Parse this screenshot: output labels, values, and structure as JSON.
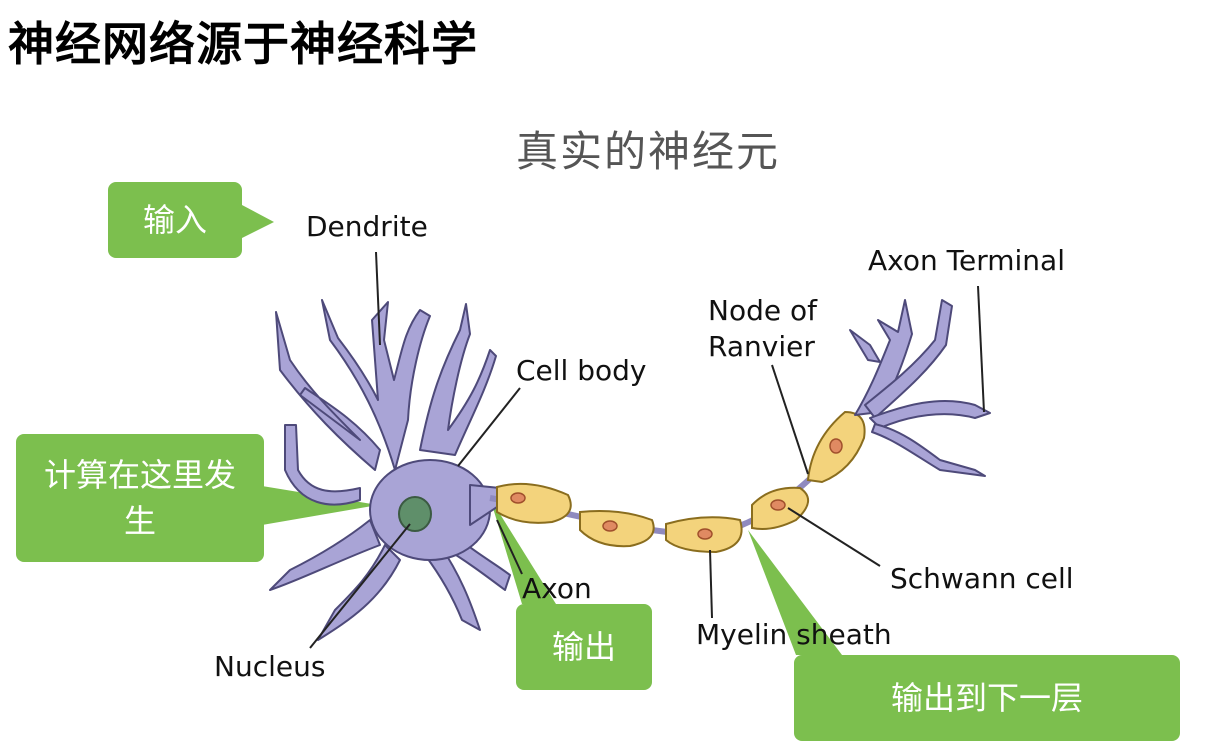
{
  "slide": {
    "title": "神经网络源于神经科学"
  },
  "diagram": {
    "title": "真实的神经元",
    "labels": {
      "dendrite": "Dendrite",
      "cell_body": "Cell body",
      "nucleus": "Nucleus",
      "axon": "Axon",
      "node_of_ranvier_line1": "Node of",
      "node_of_ranvier_line2": "Ranvier",
      "axon_terminal": "Axon Terminal",
      "schwann_cell": "Schwann cell",
      "myelin_sheath": "Myelin sheath"
    }
  },
  "callouts": {
    "input": "输入",
    "compute": "计算在这里发生",
    "output": "输出",
    "output_next": "输出到下一层"
  },
  "colors": {
    "callout": "#7cbf4e",
    "neuron": "#a9a4d6",
    "neuron_outline": "#4e4a7a",
    "myelin": "#f3d37c",
    "myelin_nucleus": "#e08a62",
    "nucleus": "#5f8f6a"
  }
}
